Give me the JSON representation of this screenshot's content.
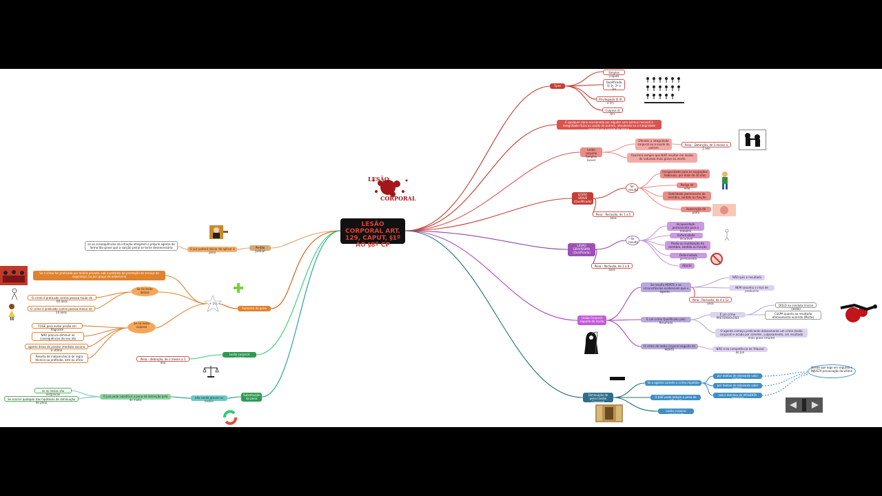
{
  "central": "LESÃO CORPORAL ART. 129, CAPUT, §1º AO §8º CP",
  "logo": {
    "top": "LESÃO",
    "bottom": "CORPORAL"
  },
  "tipos": {
    "label": "Tipos",
    "items": [
      "Simples (caput)",
      "Qualificada (§ 1º, 2º e 3º)",
      "Privilegiada (§ 4º e 5º)",
      "Culposa (§ 6º)"
    ]
  },
  "definicao": "É qualquer dano ocasionado por alguém sem animus necandi à integridade física ou saúde de outrem, ofendendo-se a integridade corporal ou a saúde da vítima.",
  "leve": {
    "label": "Lesão corporal Simples (Leve)",
    "ofender": "Ofender a integridade corporal ou a saúde de outrem",
    "pena": "Pena - Detenção, de 3 meses a 1 ano",
    "ocorre": "Ocorrerá sempre que NÃO resultar em lesões de natureza mais grave ou morte"
  },
  "grave": {
    "label": "LESÃO GRAVE (Qualificada)",
    "se": "Se resulta",
    "items": [
      "Incapacidade para as ocupações habituais, por mais de 30 dias",
      "Perigo de vida",
      "Debilidade permanente de membro, sentido ou função",
      "Aceleração de parto"
    ],
    "pena": "Pena - Reclusão, de 1 a 5 anos"
  },
  "gravissima": {
    "label": "LESÃO GRAVÍSSIMA (Qualificada)",
    "se": "Se resulta",
    "items": [
      "Incapacidade permanente para o trabalho",
      "Enfermidade incurável",
      "Perda ou inutilização do membro, sentido ou função",
      "Deformidade permanente",
      "Aborto"
    ],
    "pena": "Pena - Reclusão, de 2 a 8 anos"
  },
  "morte": {
    "label": "Lesão Corporal seguida de morte",
    "resulta": "Se resulta MORTE e as circunstâncias evidenciam que o agente...",
    "nao_quis": "NÃO quis o resultado",
    "nem_assumiu": "NEM assumiu o risco de produzi-lo",
    "pena": "Pena - Reclusão, de 4 a 12 anos",
    "preterdoloso_crime": "É um crime Qualificado pelo Resultado",
    "preterdoloso": "É um crime PRETERDOLOSO",
    "dolo": "DOLO na conduta (inicial (lesão)",
    "culpa": "CULPA quanto ao resultado efetivamente ocorrido (Morte)",
    "agente": "O agente começa praticando dolosamente um crime (lesão corporal) e acaba por cometer, culposamente, um resultado mais grave (morte)",
    "competencia": "O crime de lesão corporal seguida de MORTE",
    "competencia_nao": "NÃO é da competência do Tribunal do Júri"
  },
  "diminuicao": {
    "label": "Diminuição de pena (Lesão Corporal)",
    "comete": "Se o agente comete o crime impelido",
    "items": [
      "por motivo de relevante valor SOCIAL",
      "por motivo de relevante valor MORAL",
      "sob o domínio de VIOLENTA EMOÇÃO"
    ],
    "juiz": "O JUIZ pode reduzir a pena de 1/6 a 1/3",
    "logo": "Logo em seguida a injusta provocação da vítima",
    "privilegiada": "Lesão corporal privilegiada",
    "cloud": "Desde que logo em seguida a INJUSTA provocação da vítima"
  },
  "perdao": {
    "label": "Perdão Judicial",
    "juiz": "O juiz poderá deixar de aplicar a pena",
    "texto": "se as consequências da infração atingirem o próprio agente de forma tão grave que a sanção penal se torne desnecessária"
  },
  "aumento": {
    "label": "Aumento de pena",
    "mais": "+ 1/3",
    "milicia": "Se o crime for praticado por milícia privada, sob o pretexto de prestação de serviço de segurança, ou por grupo de extermínio",
    "dolosa": "Se na lesão dolosa",
    "maior60": "O crime é praticado contra pessoa maior de 60 anos",
    "menor14": "O crime é praticado contra pessoa menor de 14 anos",
    "culposa": "Se na lesão culposa",
    "foge": "FOGE para evitar prisão em flagrante",
    "nao_procura": "NÃO procura diminuir as consequências do seu ato",
    "socorro": "agente deixa de prestar imediato socorro à vítima",
    "inobservancia": "Resulta de inobservância de regra técnica ou profissão, arte ou ofício"
  },
  "culposa": {
    "label": "Lesão corporal culposa",
    "pena": "Pena - detenção, de 2 meses a 1 ano"
  },
  "substituicao": {
    "label": "Substituição da pena",
    "juiz": "O juiz pode substituir a pena de detenção pela de multa",
    "nao_graves": "não sendo graves as lesões",
    "reciprocas": "se as lesões são recíprocas",
    "hipoteses": "Se ocorrer qualquer das hipóteses de diminuição de pena"
  },
  "colors": {
    "red": "#d9534f",
    "purple": "#9b51b8",
    "teal": "#2f6f8c",
    "orange": "#e0822f",
    "green": "#2e9a52"
  }
}
